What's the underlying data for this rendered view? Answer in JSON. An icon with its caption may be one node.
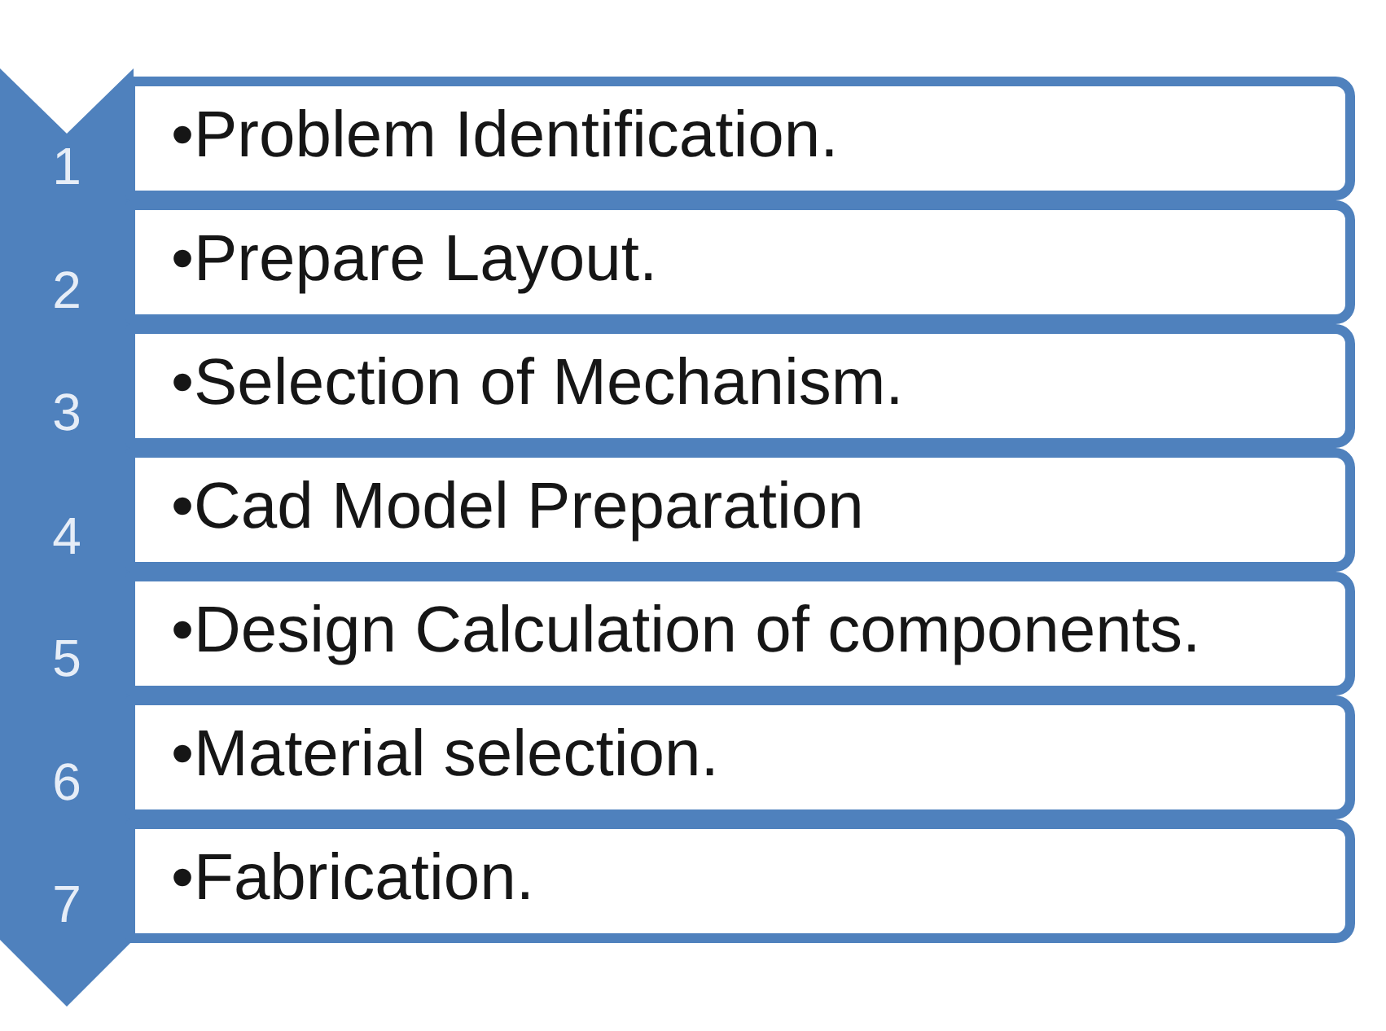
{
  "diagram": {
    "nodes": [
      {
        "text": [
          "1",
          "2",
          "3",
          "4",
          "5",
          "6",
          "7"
        ]
      },
      {
        "text": [
          "•Problem Identification."
        ]
      },
      {
        "text": [
          "•Prepare Layout."
        ]
      },
      {
        "text": [
          "•Selection of Mechanism."
        ]
      },
      {
        "text": [
          "•Cad Model Preparation"
        ]
      },
      {
        "text": [
          "•Design Calculation of components."
        ]
      },
      {
        "text": [
          "•Material selection."
        ]
      },
      {
        "text": [
          "•Fabrication."
        ]
      }
    ]
  }
}
